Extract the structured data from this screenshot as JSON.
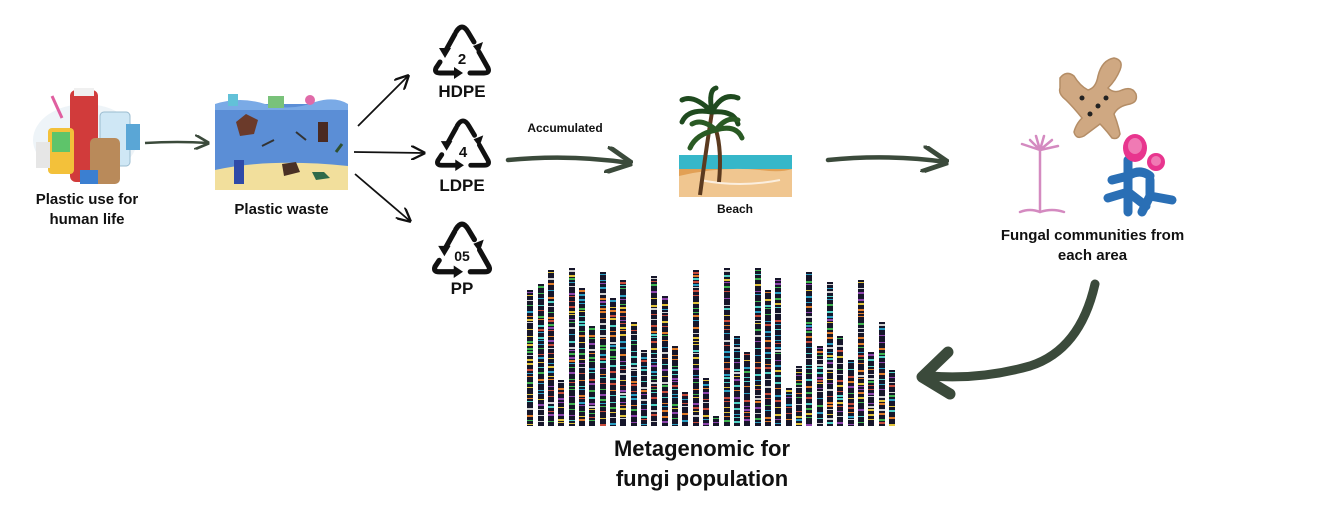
{
  "nodes": {
    "plastic_use": "Plastic use for\nhuman life",
    "plastic_waste": "Plastic waste",
    "beach": "Beach",
    "fungal": "Fungal communities from\neach area",
    "metagenomic": "Metagenomic for\nfungi population"
  },
  "edge_labels": {
    "accumulated": "Accumulated"
  },
  "recycling": [
    {
      "number": "2",
      "code": "HDPE"
    },
    {
      "number": "4",
      "code": "LDPE"
    },
    {
      "number": "05",
      "code": "PP"
    }
  ],
  "barcode": {
    "colors": [
      "#1c1c2e",
      "#2a9ec2",
      "#c74b3a",
      "#3fb34f",
      "#e0c23a",
      "#8e44ad",
      "#e07c2a",
      "#4fd1c5",
      "#d0d0d0"
    ]
  },
  "colors": {
    "flow_arrow": "#3b4a3b",
    "branch_arrow": "#111111"
  }
}
